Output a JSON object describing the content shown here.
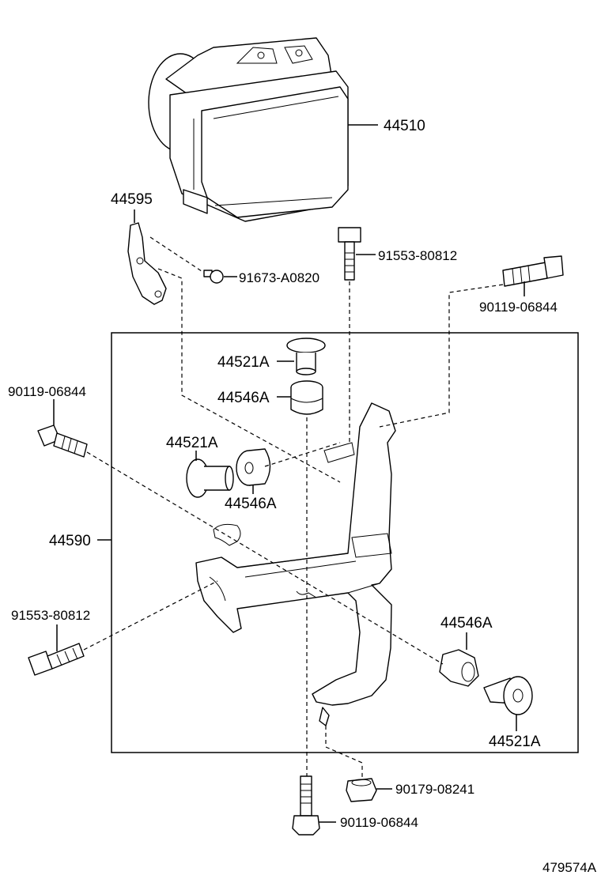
{
  "drawing_number": "479574A",
  "parts": {
    "p44510": "44510",
    "p44595": "44595",
    "p91673": "91673-A0820",
    "p91553_top": "91553-80812",
    "p90119_top": "90119-06844",
    "p44521a_top": "44521A",
    "p44546a_top": "44546A",
    "p44521a_mid": "44521A",
    "p44546a_mid": "44546A",
    "p90119_left": "90119-06844",
    "p44590": "44590",
    "p91553_left": "91553-80812",
    "p44546a_right": "44546A",
    "p44521a_right": "44521A",
    "p90179": "90179-08241",
    "p90119_bottom": "90119-06844"
  }
}
